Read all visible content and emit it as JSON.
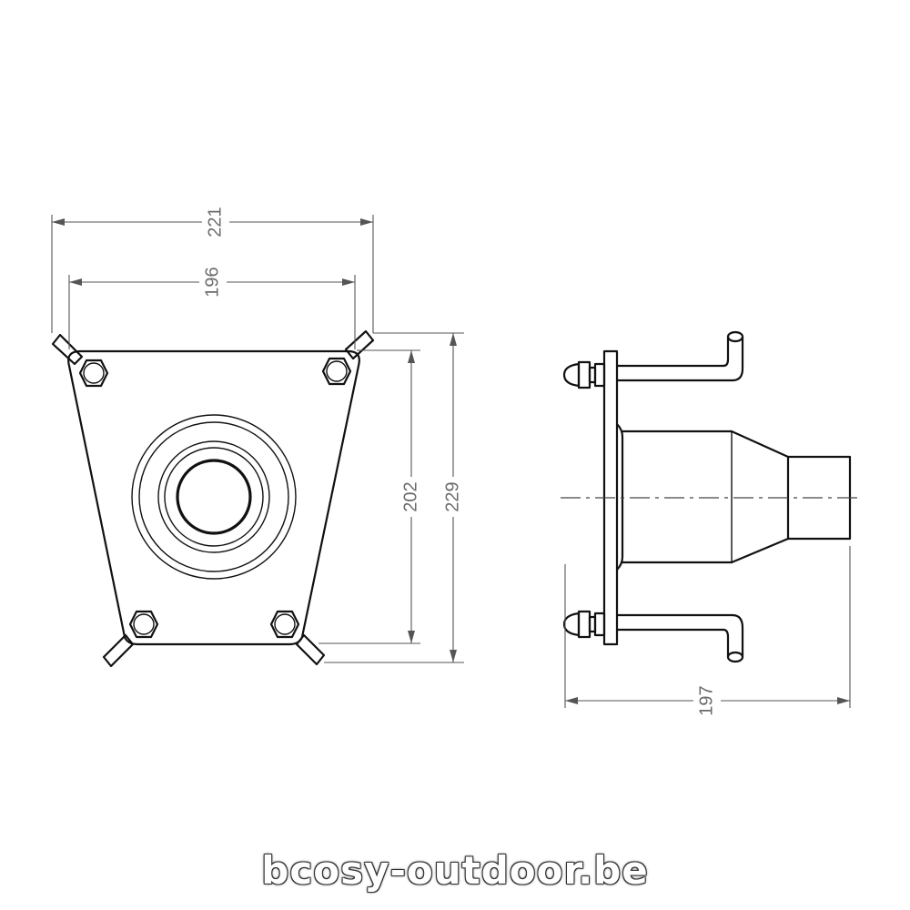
{
  "dimensions": {
    "top_overall_width": "221",
    "top_bolt_width": "196",
    "front_inner_height": "202",
    "front_overall_height": "229",
    "side_overall_depth": "197"
  },
  "watermark": "bcosy-outdoor.be"
}
